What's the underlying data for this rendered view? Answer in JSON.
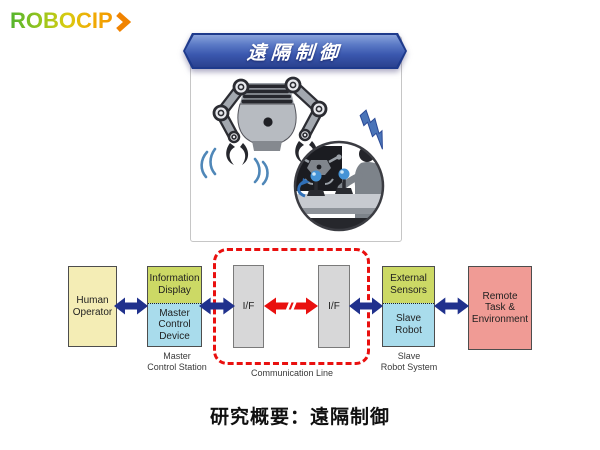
{
  "logo": {
    "text": "ROBOCIP"
  },
  "hero": {
    "banner_title": "遠隔制御"
  },
  "icons": {
    "logo_chevron": "chevron-right-icon",
    "robot": "robot-dual-arm-icon",
    "lightning": "lightning-bolt-icon",
    "operator": "operator-console-icon",
    "motion_marks": "motion-marks-icon",
    "double_arrow": "double-arrow-icon",
    "interrupted_arrow": "interrupted-link-arrow-icon"
  },
  "diagram": {
    "human_operator": "Human\nOperator",
    "master_station": {
      "top": "Information\nDisplay",
      "bottom": "Master\nControl\nDevice",
      "caption": "Master\nControl Station"
    },
    "interface_left": "I/F",
    "interface_right": "I/F",
    "comm_caption": "Communication Line",
    "slave_system": {
      "top": "External\nSensors",
      "bottom": "Slave\nRobot",
      "caption": "Slave\nRobot System"
    },
    "remote": "Remote\nTask &\nEnvironment"
  },
  "caption": "研究概要：遠隔制御",
  "colors": {
    "banner_blue_dark": "#2a418f",
    "banner_blue_light": "#8aa3dc",
    "box_yellow": "#f4edb5",
    "box_green": "#ccd965",
    "box_blue": "#a9dcec",
    "box_gray": "#d7d7d8",
    "box_pink": "#f09b95",
    "arrow_blue": "#20318d",
    "link_red": "#e9100f",
    "logo_green": "#53b42e",
    "logo_orange": "#f39800"
  }
}
